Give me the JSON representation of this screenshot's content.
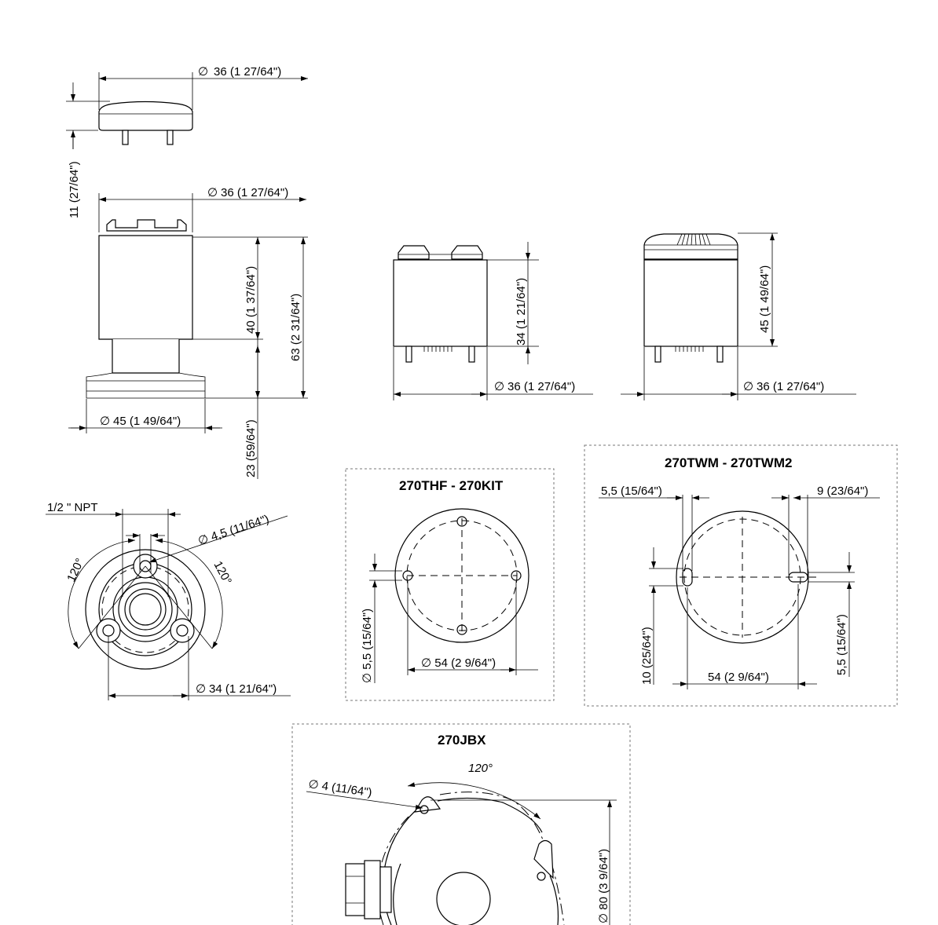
{
  "dimensions": {
    "top_cap_diameter": "36 (1 27/64\")",
    "top_cap_height": "11 (27/64\")",
    "body_diameter": "36 (1 27/64\")",
    "body_height": "40 (1 37/64\")",
    "total_height": "63 (2 31/64\")",
    "base_diameter": "45 (1 49/64\")",
    "base_height": "23 (59/64\")",
    "middle_module_height": "34 (1 21/64\")",
    "middle_module_diameter": "36 (1 27/64\")",
    "right_module_height": "45 (1 49/64\")",
    "right_module_diameter": "36 (1 27/64\")",
    "thread": "1/2 \" NPT",
    "base_hole": "4,5 (11/64\")",
    "base_angle_left": "120°",
    "base_angle_right": "120°",
    "base_bolt_circle": "34 (1 21/64\")",
    "thf_hole": "5,5 (15/64\")",
    "thf_circle": "54 (2 9/64\")",
    "twm_slot_left": "5,5 (15/64\")",
    "twm_slot_right": "9 (23/64\")",
    "twm_slot_height_left": "10 (25/64\")",
    "twm_slot_height_right": "5,5 (15/64\")",
    "twm_spacing": "54 (2 9/64\")",
    "jbx_hole": "4 (11/64\")",
    "jbx_angle": "120°",
    "jbx_diameter": "80 (3 9/64\")"
  },
  "titles": {
    "thf": "270THF - 270KIT",
    "twm": "270TWM - 270TWM2",
    "jbx": "270JBX"
  }
}
